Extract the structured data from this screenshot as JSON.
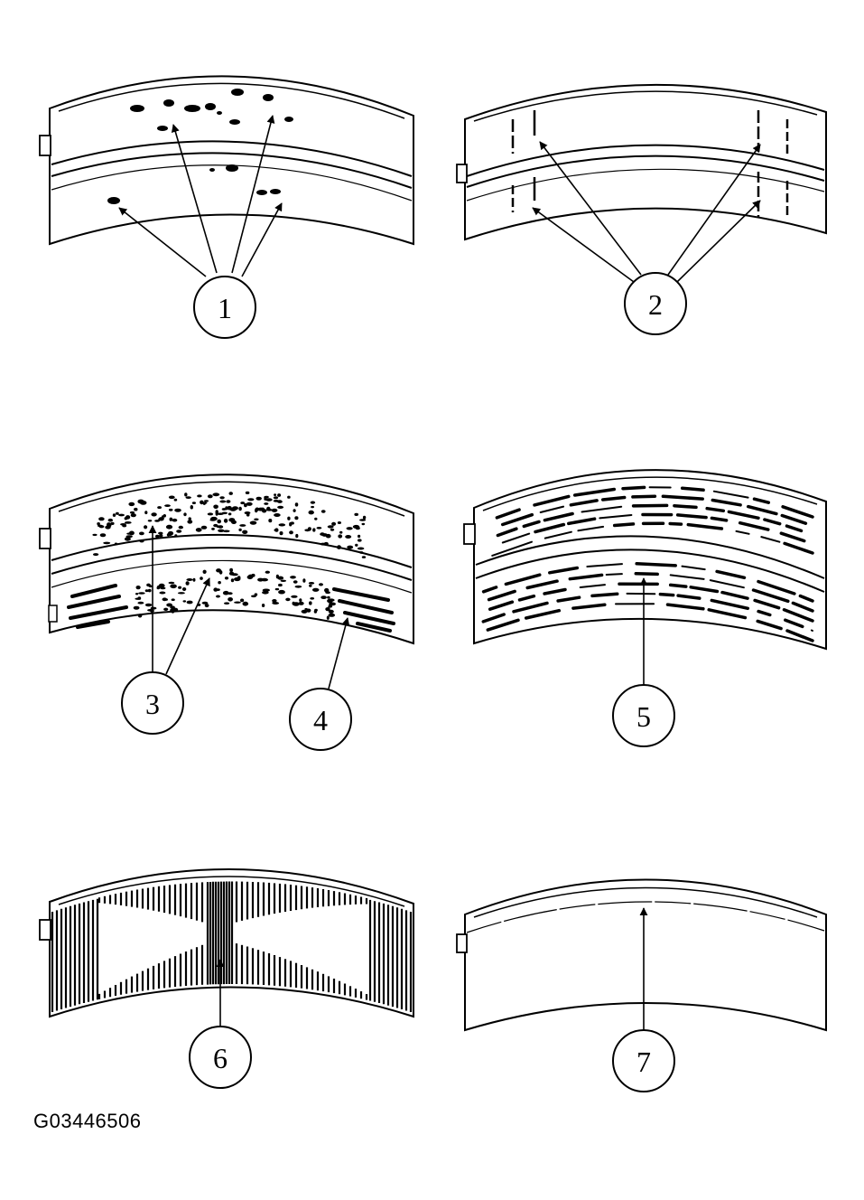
{
  "figure": {
    "id_label": "G03446506",
    "ink_color": "#000000",
    "paper_color": "#ffffff"
  },
  "bearings": [
    {
      "key": "b1",
      "variant": "grooved",
      "pattern": "pits"
    },
    {
      "key": "b2",
      "variant": "grooved",
      "pattern": "cracks"
    },
    {
      "key": "b3",
      "variant": "grooved",
      "pattern": "dots-streaks"
    },
    {
      "key": "b4",
      "variant": "grooved",
      "pattern": "scratches"
    },
    {
      "key": "b5",
      "variant": "plain",
      "pattern": "hatch"
    },
    {
      "key": "b6",
      "variant": "plain",
      "pattern": "clean"
    }
  ],
  "callouts": [
    {
      "number": "1"
    },
    {
      "number": "2"
    },
    {
      "number": "3"
    },
    {
      "number": "4"
    },
    {
      "number": "5"
    },
    {
      "number": "6"
    },
    {
      "number": "7"
    }
  ]
}
